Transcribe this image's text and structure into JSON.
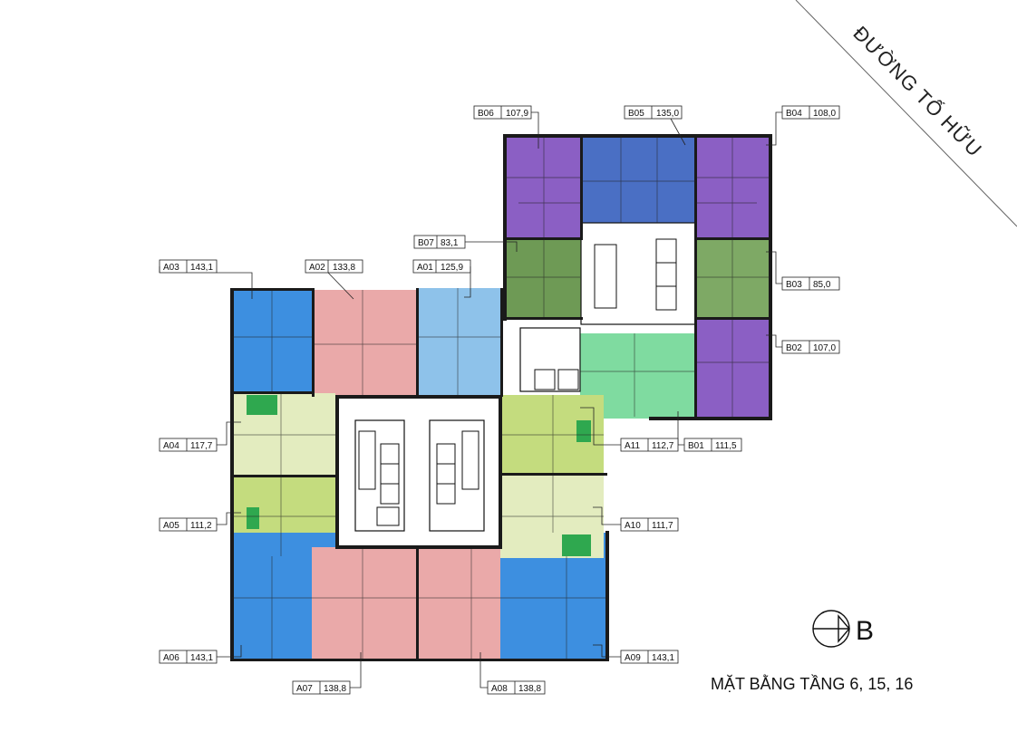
{
  "road_name": "ĐƯỜNG TỐ HỮU",
  "floor_title": "MẶT BẰNG TẦNG 6, 15, 16",
  "block_label": "B",
  "units": [
    {
      "code": "B06",
      "area": "107,9",
      "color": "#8b5fc4"
    },
    {
      "code": "B05",
      "area": "135,0",
      "color": "#4a6fc4"
    },
    {
      "code": "B04",
      "area": "108,0",
      "color": "#8b5fc4"
    },
    {
      "code": "B07",
      "area": "83,1",
      "color": "#6e9a55"
    },
    {
      "code": "B03",
      "area": "85,0",
      "color": "#7ea965"
    },
    {
      "code": "B02",
      "area": "107,0",
      "color": "#8b5fc4"
    },
    {
      "code": "B01",
      "area": "111,5",
      "color": "#7fdba0"
    },
    {
      "code": "A01",
      "area": "125,9",
      "color": "#8ec2ea"
    },
    {
      "code": "A02",
      "area": "133,8",
      "color": "#eaa9a9"
    },
    {
      "code": "A03",
      "area": "143,1",
      "color": "#3d8fe0"
    },
    {
      "code": "A04",
      "area": "117,7",
      "color": "#e3ecbf"
    },
    {
      "code": "A05",
      "area": "111,2",
      "color": "#c4dc7e"
    },
    {
      "code": "A06",
      "area": "143,1",
      "color": "#3d8fe0"
    },
    {
      "code": "A07",
      "area": "138,8",
      "color": "#eaa9a9"
    },
    {
      "code": "A08",
      "area": "138,8",
      "color": "#eaa9a9"
    },
    {
      "code": "A09",
      "area": "143,1",
      "color": "#3d8fe0"
    },
    {
      "code": "A10",
      "area": "111,7",
      "color": "#e3ecbf"
    },
    {
      "code": "A11",
      "area": "112,7",
      "color": "#c4dc7e"
    }
  ],
  "balcony_color": "#2fa84f"
}
